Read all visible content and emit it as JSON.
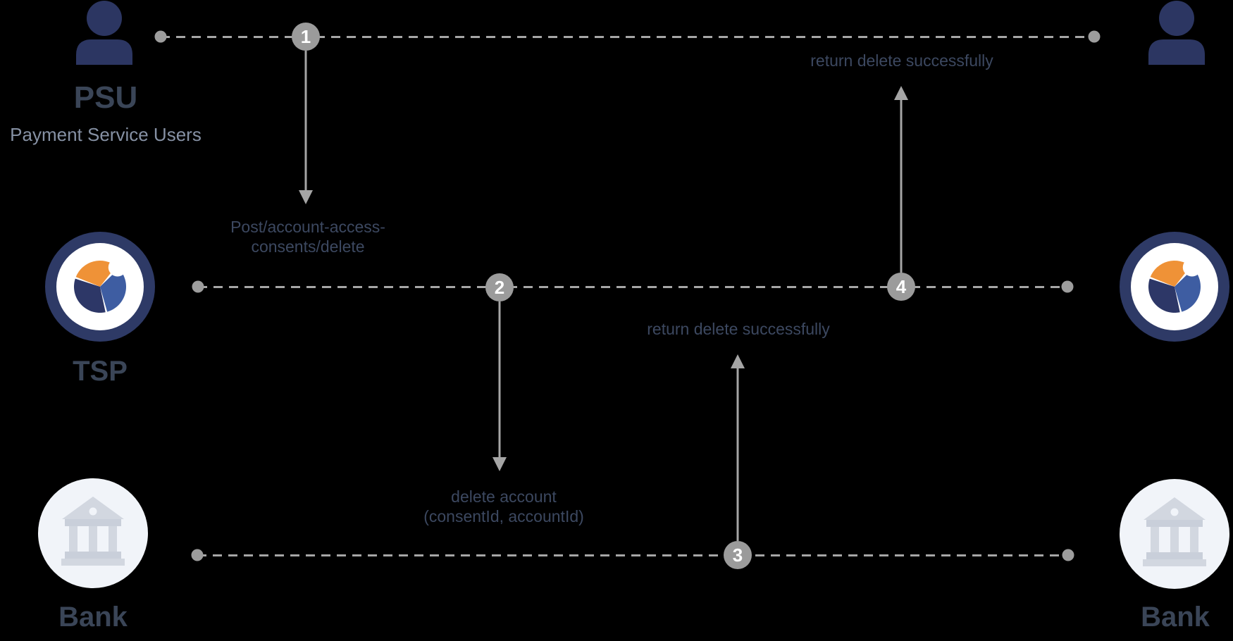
{
  "diagram_title": "",
  "palette": {
    "background": "#000000",
    "icon_navy": "#2c3662",
    "tsp_ring_navy": "#2e3a66",
    "tsp_wedge_navy": "#2d3767",
    "tsp_wedge_orange": "#ef9237",
    "tsp_wedge_blue": "#3e5da2",
    "bank_circle_bg": "#f1f4f9",
    "bank_glyph_gray": "#d2d7e0",
    "line_gray": "#a6a6a6",
    "dot_gray": "#9d9d9d",
    "step_circle_gray": "#9b9b9b",
    "message_text": "#3c4860",
    "title_text": "#3a4557",
    "subtitle_text": "#8691a4"
  },
  "actors": [
    {
      "id": "psu-left",
      "type": "person",
      "title": "PSU",
      "subtitle": "Payment Service Users"
    },
    {
      "id": "tsp-left",
      "type": "tsp",
      "title": "TSP"
    },
    {
      "id": "bank-left",
      "type": "bank",
      "title": "Bank"
    },
    {
      "id": "psu-right",
      "type": "person"
    },
    {
      "id": "tsp-right",
      "type": "tsp"
    },
    {
      "id": "bank-right",
      "type": "bank",
      "title": "Bank"
    }
  ],
  "steps": [
    {
      "number": "1",
      "direction": "down",
      "from": "PSU lifeline",
      "to": "TSP lifeline",
      "label_lines": [
        "Post/account-access-",
        "consents/delete"
      ]
    },
    {
      "number": "2",
      "direction": "down",
      "from": "TSP lifeline",
      "to": "Bank lifeline",
      "label_lines": [
        "delete account",
        "(consentId, accountId)"
      ]
    },
    {
      "number": "3",
      "direction": "up",
      "from": "Bank lifeline",
      "to": "TSP lifeline",
      "label_lines": [
        "return delete successfully"
      ]
    },
    {
      "number": "4",
      "direction": "up",
      "from": "TSP lifeline",
      "to": "PSU lifeline",
      "label_lines": [
        "return delete successfully"
      ]
    }
  ]
}
